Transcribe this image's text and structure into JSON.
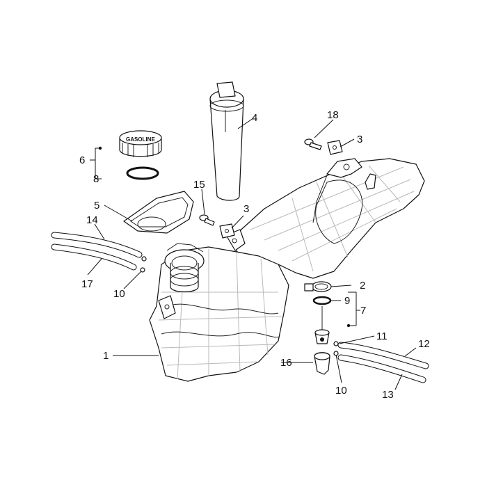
{
  "callouts": {
    "c1": "1",
    "c2": "2",
    "c3a": "3",
    "c3b": "3",
    "c4": "4",
    "c5": "5",
    "c6": "6",
    "c7": "7",
    "c8": "8",
    "c9": "9",
    "c10a": "10",
    "c10b": "10",
    "c11": "11",
    "c12": "12",
    "c13": "13",
    "c14": "14",
    "c15": "15",
    "c16": "16",
    "c17": "17",
    "c18": "18"
  },
  "cap_label": "GASOLINE",
  "colors": {
    "line": "#111111",
    "pattern": "#b9b9b9",
    "background": "#ffffff"
  }
}
